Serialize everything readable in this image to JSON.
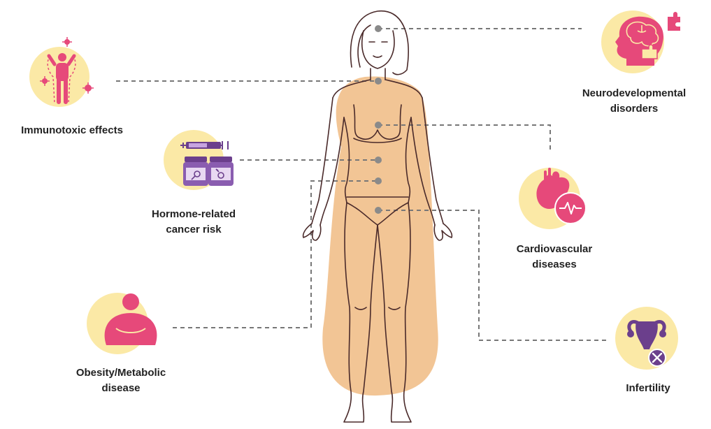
{
  "colors": {
    "silhouette": "#f2c595",
    "icon_circle": "#fbe9a6",
    "pink": "#e6497a",
    "purple": "#6b3f8c",
    "line": "#777777",
    "outline": "#4a2a2a"
  },
  "labels": {
    "immunotoxic": {
      "line1": "Immunotoxic effects",
      "line2": "",
      "icon": "immune-body-icon"
    },
    "hormone": {
      "line1": "Hormone-related",
      "line2": "cancer risk",
      "icon": "syringe-pill-bottles-icon"
    },
    "obesity": {
      "line1": "Obesity/Metabolic",
      "line2": "disease",
      "icon": "obese-person-icon"
    },
    "neuro": {
      "line1": "Neurodevelopmental",
      "line2": "disorders",
      "icon": "brain-puzzle-icon"
    },
    "cardio": {
      "line1": "Cardiovascular",
      "line2": "diseases",
      "icon": "heart-pulse-icon"
    },
    "infertility": {
      "line1": "Infertility",
      "line2": "",
      "icon": "uterus-cross-icon"
    }
  }
}
